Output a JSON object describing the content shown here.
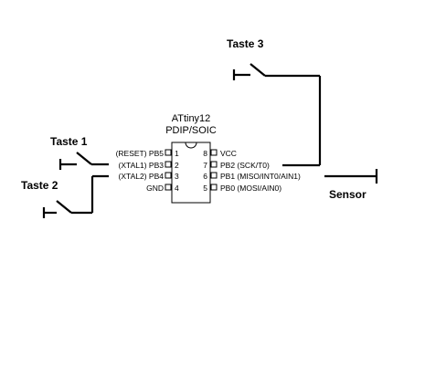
{
  "labels": {
    "taste1": "Taste 1",
    "taste2": "Taste 2",
    "taste3": "Taste 3",
    "sensor": "Sensor"
  },
  "chip": {
    "name": "ATtiny12",
    "package": "PDIP/SOIC",
    "left_pins": [
      {
        "label": "(RESET) PB5",
        "number": "1"
      },
      {
        "label": "(XTAL1) PB3",
        "number": "2"
      },
      {
        "label": "(XTAL2) PB4",
        "number": "3"
      },
      {
        "label": "GND",
        "number": "4"
      }
    ],
    "right_pins": [
      {
        "label": "VCC",
        "number": "8"
      },
      {
        "label": "PB2 (SCK/T0)",
        "number": "7"
      },
      {
        "label": "PB1 (MISO/INT0/AIN1)",
        "number": "6"
      },
      {
        "label": "PB0 (MOSI/AIN0)",
        "number": "5"
      }
    ]
  }
}
